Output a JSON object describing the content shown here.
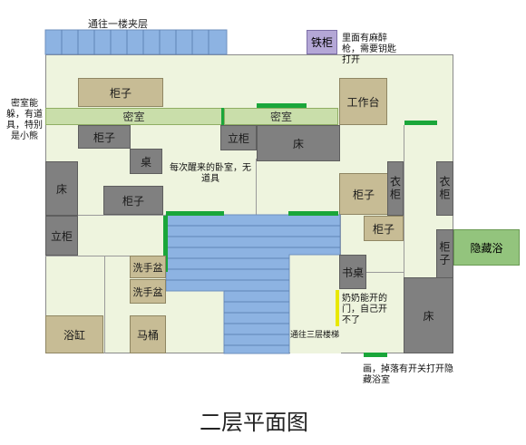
{
  "title": "二层平面图",
  "labels": {
    "mezzanine_passage": "通往一楼夹层",
    "iron_cabinet": "铁柜",
    "iron_cabinet_note": "里面有麻醉枪，需要钥匙打开",
    "secret_room_note": "密室能躲，有道具，特别是小熊",
    "cabinet": "柜子",
    "secret_room": "密室",
    "workbench": "工作台",
    "standing_cabinet": "立柜",
    "bed": "床",
    "table": "桌",
    "bedroom_note": "每次醒来的卧室，无道具",
    "wardrobe": "衣柜",
    "hidden_bath": "隐藏浴",
    "washbasin": "洗手盆",
    "desk": "书桌",
    "grandma_door_note": "奶奶能开的门，自己开不了",
    "bathtub": "浴缸",
    "toilet": "马桶",
    "stairs_label": "通往三层楼梯",
    "painting_note": "画，掉落有开关打开隐藏浴室"
  },
  "colors": {
    "floor": "#eef4de",
    "furniture": "#808080",
    "tan": "#c7bc95",
    "stairs": "#8db3e2",
    "door": "#1aa63a",
    "iron_cabinet": "#b4a7d6",
    "hidden_bath": "#93c47d",
    "yellow_door": "#e8e800"
  }
}
